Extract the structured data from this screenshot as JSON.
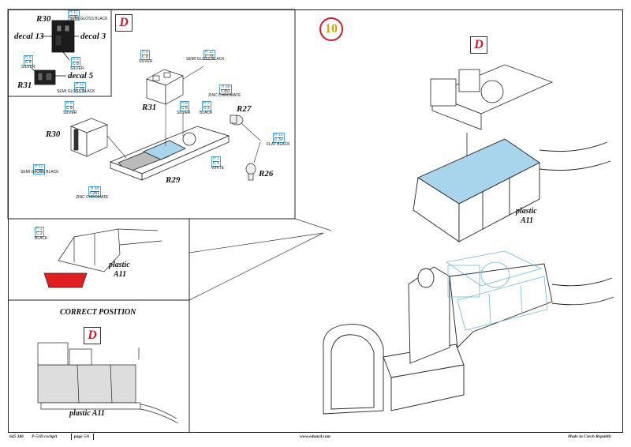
{
  "step_number": "10",
  "section_letter": "D",
  "panel_top_left": {
    "parts": {
      "r30": "R30",
      "r31": "R31",
      "decal13": "decal 13",
      "decal3": "decal 3",
      "decal5": "decal 5"
    },
    "colors": [
      {
        "code_top": "H 12",
        "code_bottom": "C 33",
        "name": "SEMI GLOSS BLACK"
      },
      {
        "code_top": "H 8",
        "code_bottom": "C 8",
        "name": "SILVER"
      },
      {
        "code_top": "H 8",
        "code_bottom": "C 8",
        "name": "SILVER"
      },
      {
        "code_top": "H 12",
        "code_bottom": "C 33",
        "name": "SEMI GLOSS BLACK"
      }
    ]
  },
  "panel_top_middle": {
    "parts": {
      "r31": "R31",
      "r30": "R30",
      "r27": "R27",
      "r26": "R26",
      "r29": "R29"
    },
    "colors": {
      "r31_silver": {
        "code_top": "H 8",
        "code_bottom": "C 8",
        "name": "SILVER"
      },
      "r31_semi": {
        "code_top": "H 12",
        "code_bottom": "C 33",
        "name": "SEMI GLOSS BLACK"
      },
      "r30_silver": {
        "code_top": "H 8",
        "code_bottom": "C 8",
        "name": "SILVER"
      },
      "r30_semi": {
        "code_top": "H 12",
        "code_bottom": "C 33",
        "name": "SEMI GLOSS BLACK"
      },
      "silver": {
        "code_top": "H 8",
        "code_bottom": "C 8",
        "name": "SILVER"
      },
      "black": {
        "code_top": "H 2",
        "code_bottom": "C 2",
        "name": "BLACK"
      },
      "zinc1": {
        "code_top": "H 58",
        "code_bottom": "C351",
        "name": "ZINC CHROMATE"
      },
      "flat_black": {
        "code_top": "H 12",
        "code_bottom": "C 33",
        "name": "FLAT BLACK"
      },
      "white": {
        "code_top": "H 1",
        "code_bottom": "C 1",
        "name": "WHITE"
      },
      "zinc2": {
        "code_top": "H 58",
        "code_bottom": "C351",
        "name": "ZINC CHROMATE"
      }
    }
  },
  "panel_mid_left": {
    "color": {
      "code_top": "H 2",
      "code_bottom": "C 2",
      "name": "BLACK"
    },
    "plastic_label": "plastic",
    "part_label": "A11"
  },
  "panel_bottom_left": {
    "title": "CORRECT POSITION",
    "plastic_label": "plastic A11"
  },
  "main_view": {
    "plastic_label": "plastic",
    "part_label": "A11"
  },
  "footer": {
    "set": "645 346",
    "product": "P-51D cockpit",
    "page": "page 5/6",
    "website": "www.eduard.com",
    "origin": "Made in Czech Republic"
  },
  "colors": {
    "accent_red": "#d7182a",
    "photo_etch_blue": "#a8d4ec",
    "pe_red": "#e02020"
  }
}
